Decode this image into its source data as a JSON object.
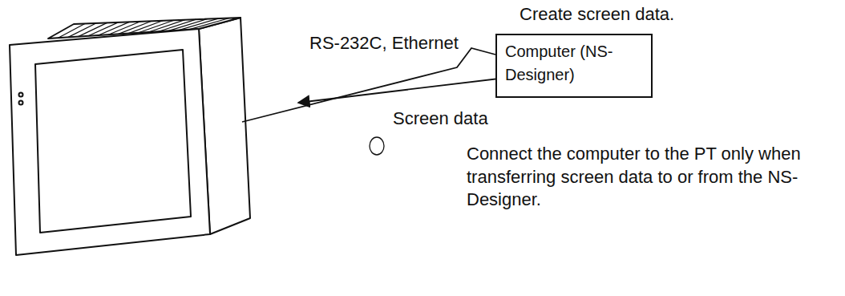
{
  "diagram": {
    "nodes": [
      {
        "text": [
          "Computer (NS-Designer)"
        ]
      }
    ],
    "labels": [
      "Create screen data.",
      "RS-232C, Ethernet",
      "Screen data",
      "Connect the computer to the PT only when transferring screen data to or from the NS-Designer."
    ]
  }
}
